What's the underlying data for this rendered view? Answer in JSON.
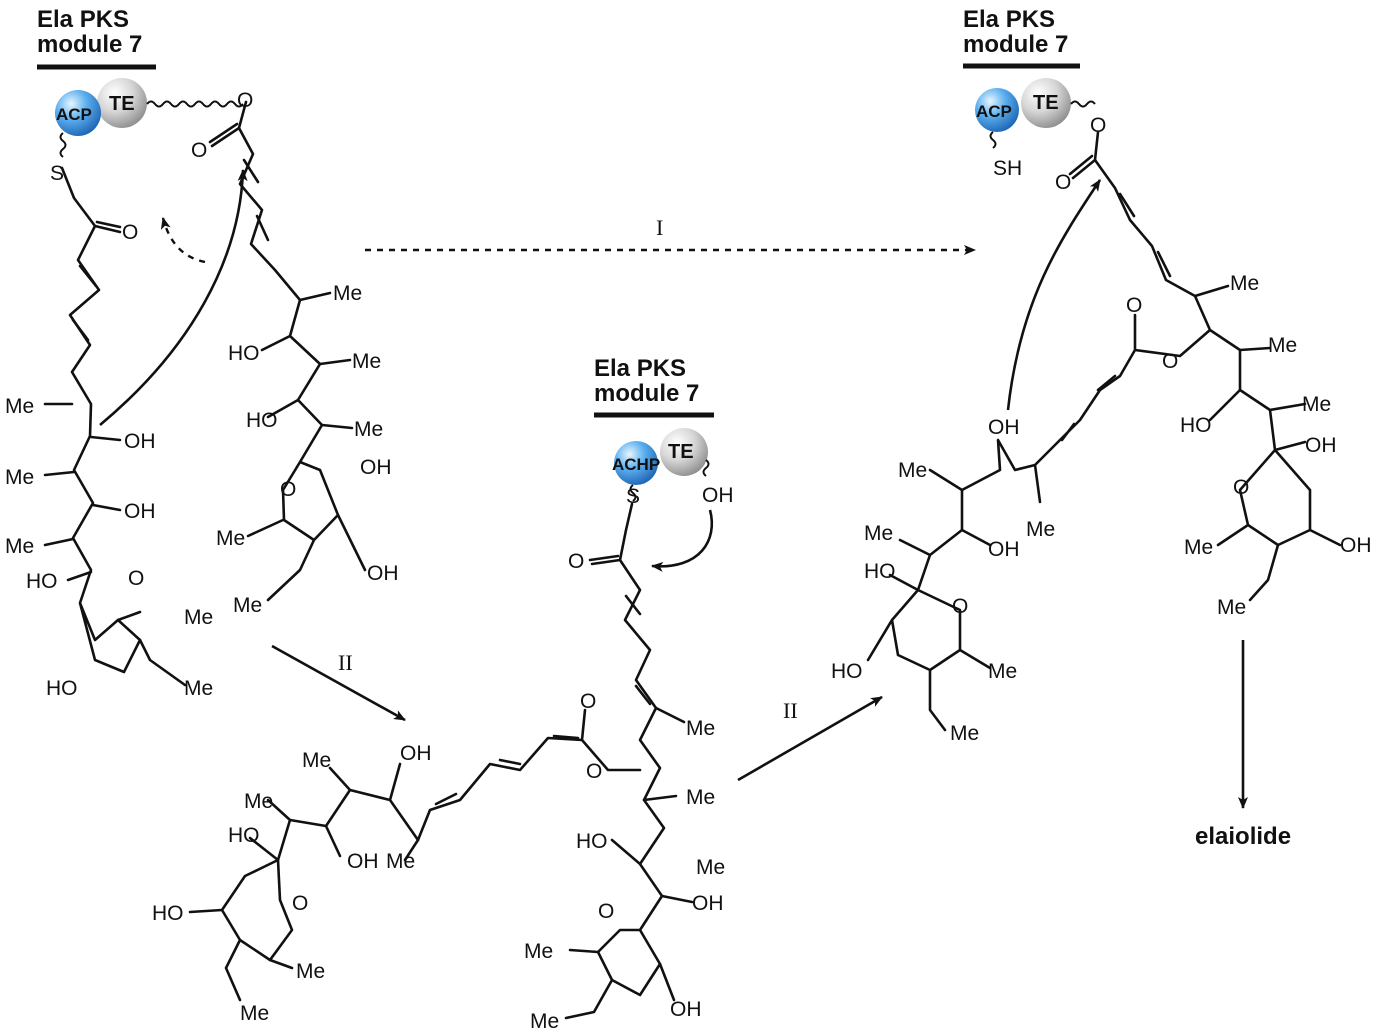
{
  "header_text": {
    "line1": "Ela PKS",
    "line2": "module 7"
  },
  "enzyme": {
    "acp": "ACP",
    "te": "TE",
    "acp_hp": "ACHP",
    "acp_color": "#3a8fd8",
    "te_color": "#c8c8c8"
  },
  "atoms": {
    "me": "Me",
    "oh": "OH",
    "ho": "HO",
    "o": "O",
    "s": "S",
    "sh": "SH"
  },
  "steps": {
    "step_1": "I",
    "step_2": "II"
  },
  "product": "elaiolide"
}
